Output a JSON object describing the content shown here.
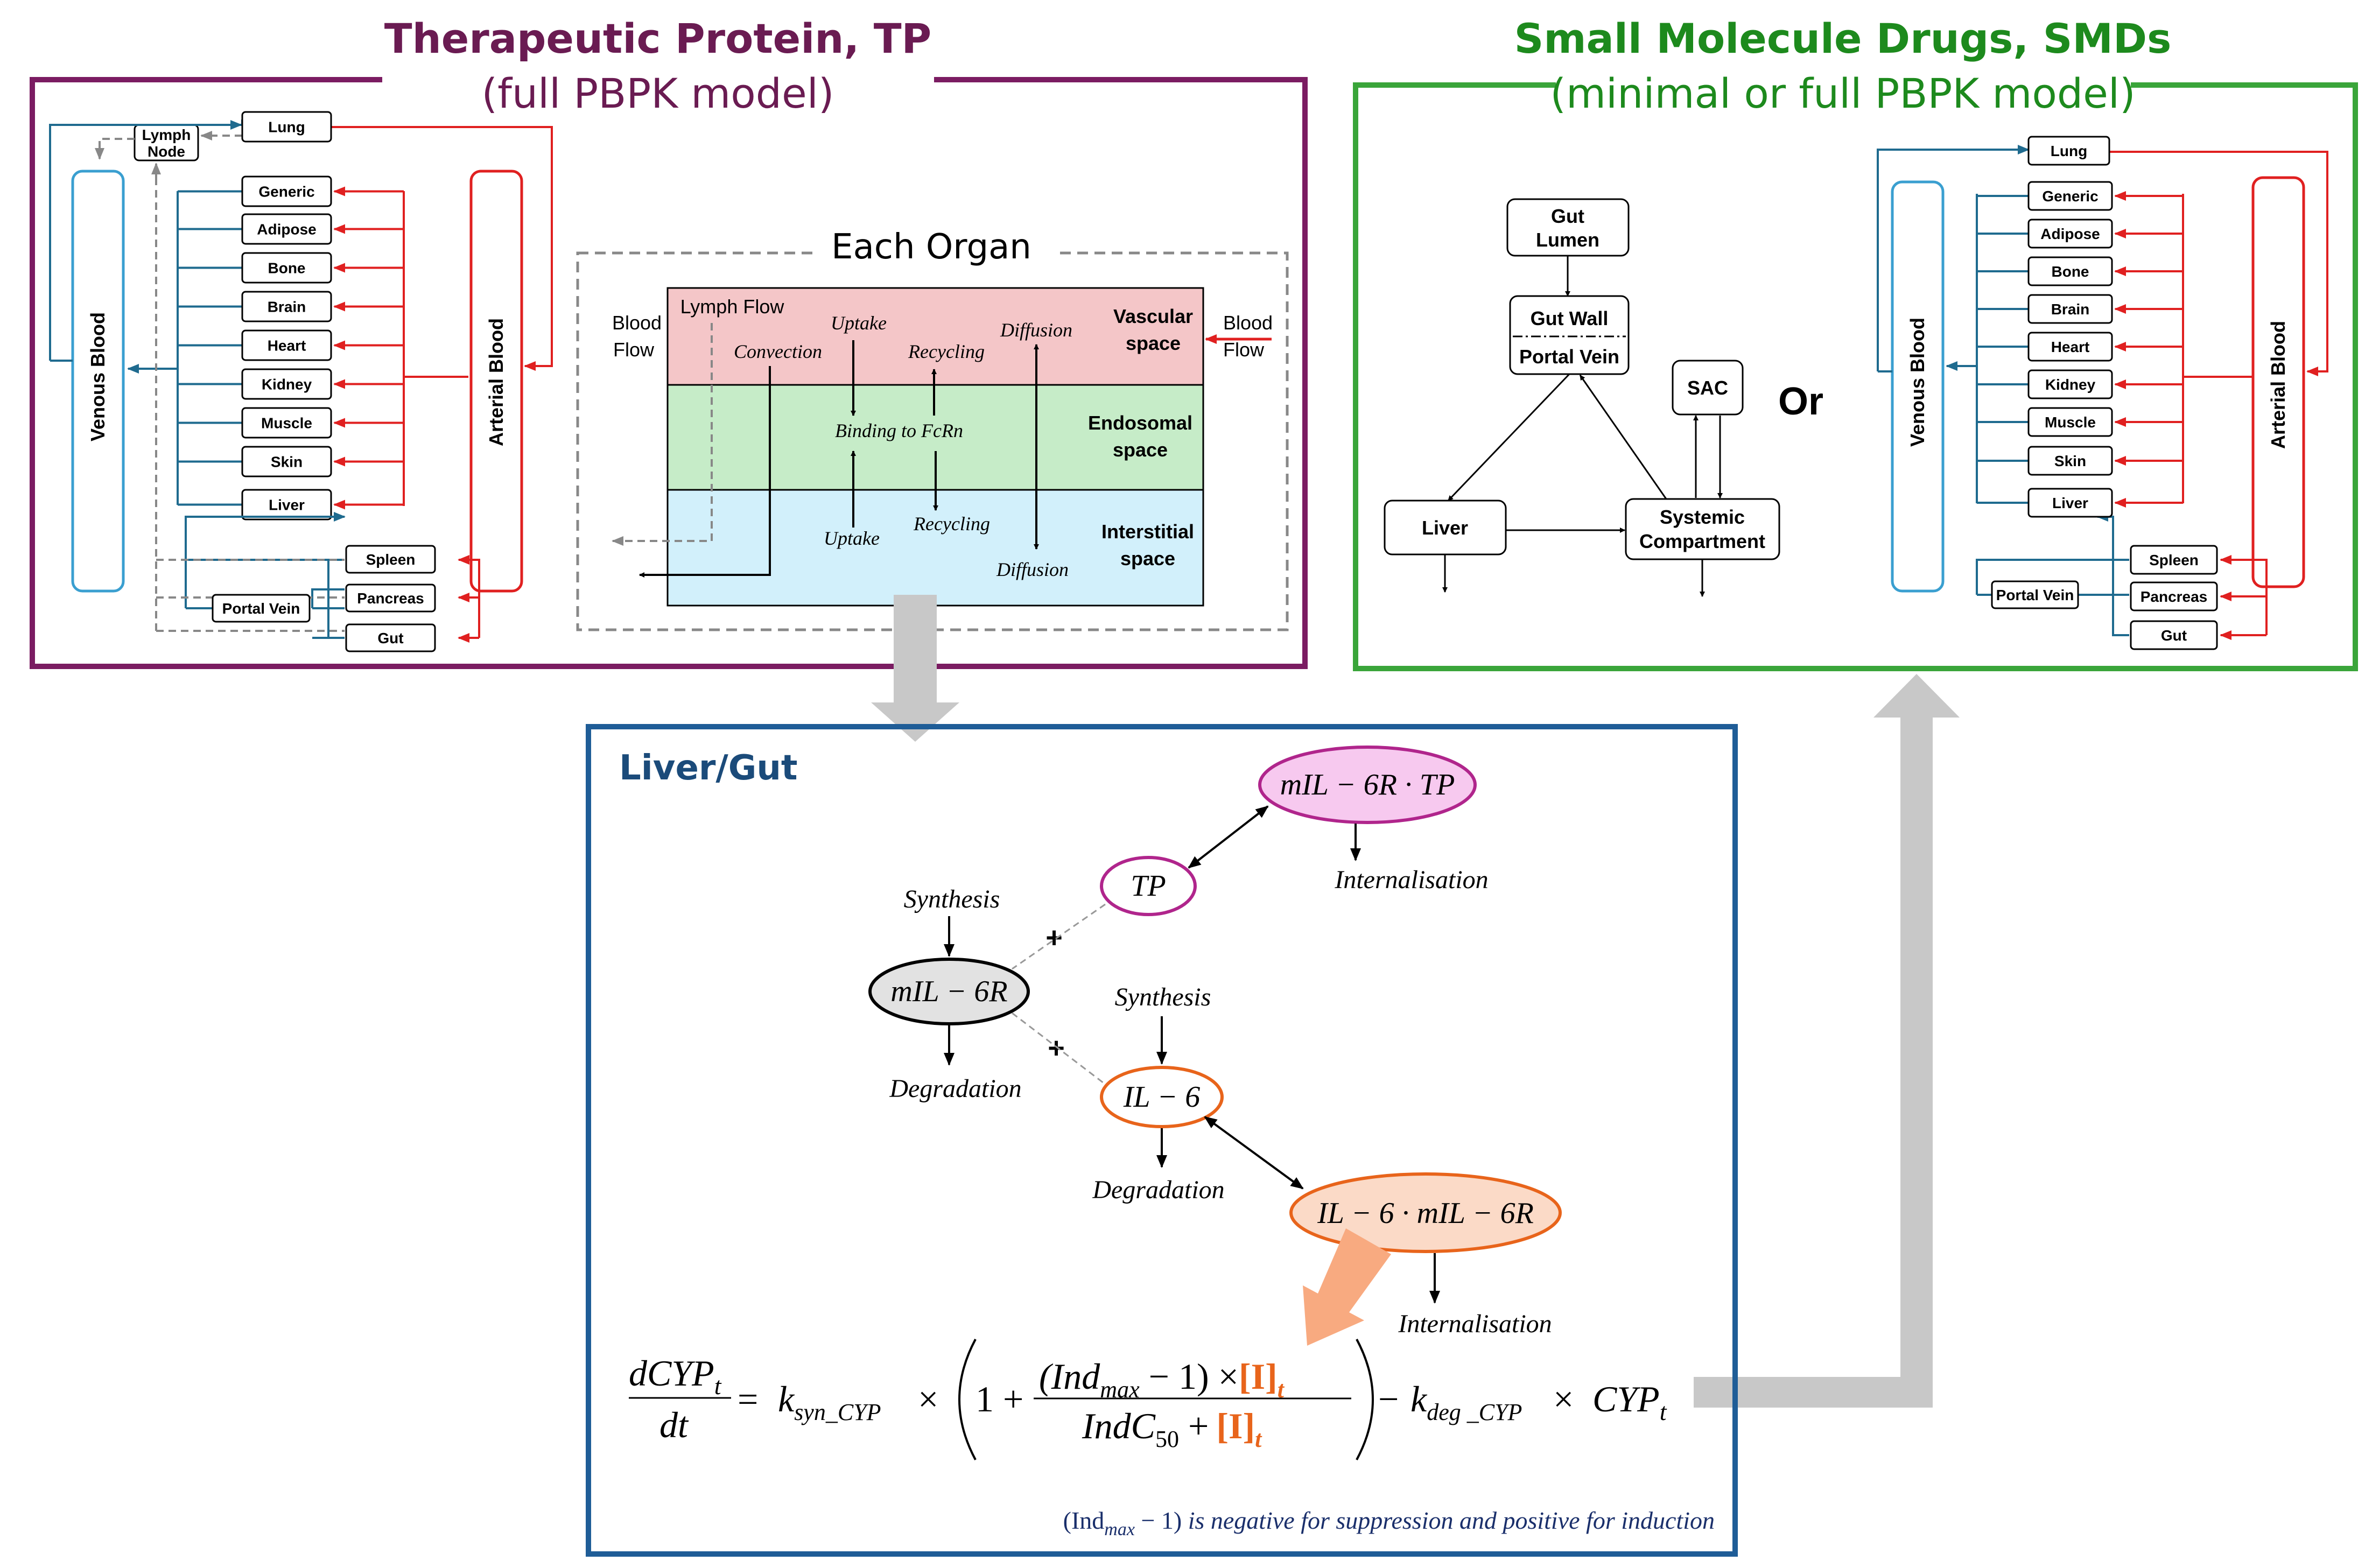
{
  "colors": {
    "tp_frame": "#7b1c62",
    "smd_frame": "#3aa53a",
    "liver_frame": "#1f5d97",
    "venous": "#1f6b8f",
    "arterial": "#e02020",
    "vascular": "#f4c6c8",
    "endosomal": "#c6ecc8",
    "interstitial": "#d2f0fb",
    "tp_ellipse": "#f7c9ef",
    "il6_ellipse": "#fbdac7",
    "mil_ellipse": "#e2e2e2",
    "highlight": "#e8641b"
  },
  "tp_panel": {
    "title": "Therapeutic Protein, TP",
    "subtitle": "(full PBPK model)",
    "venous_label": "Venous Blood",
    "arterial_label": "Arterial Blood",
    "lymph_node": [
      "Lymph",
      "Node"
    ],
    "organs": [
      "Lung",
      "Generic",
      "Adipose",
      "Bone",
      "Brain",
      "Heart",
      "Kidney",
      "Muscle",
      "Skin",
      "Liver",
      "Spleen",
      "Pancreas",
      "Gut"
    ],
    "portal_vein": "Portal Vein"
  },
  "organ_panel": {
    "title": "Each Organ",
    "blood_flow_in": [
      "Blood",
      "Flow"
    ],
    "blood_flow_out": [
      "Blood",
      "Flow"
    ],
    "lymph_flow": "Lymph Flow",
    "layers": [
      {
        "label": [
          "Vascular",
          "space"
        ]
      },
      {
        "label": [
          "Endosomal",
          "space"
        ]
      },
      {
        "label": [
          "Interstitial",
          "space"
        ]
      }
    ],
    "processes": {
      "uptake_top": "Uptake",
      "convection": "Convection",
      "recycling_top": "Recycling",
      "diffusion_top": "Diffusion",
      "binding": "Binding to FcRn",
      "uptake_bottom": "Uptake",
      "recycling_bottom": "Recycling",
      "diffusion_bottom": "Diffusion"
    }
  },
  "smd_panel": {
    "title": "Small Molecule Drugs, SMDs",
    "subtitle": "(minimal or full PBPK model)",
    "or_label": "Or",
    "gut_lumen": [
      "Gut",
      "Lumen"
    ],
    "gut_wall": "Gut Wall",
    "portal_vein": "Portal Vein",
    "sac": "SAC",
    "liver": "Liver",
    "systemic": [
      "Systemic",
      "Compartment"
    ],
    "venous_label": "Venous Blood",
    "arterial_label": "Arterial Blood",
    "organs": [
      "Lung",
      "Generic",
      "Adipose",
      "Bone",
      "Brain",
      "Heart",
      "Kidney",
      "Muscle",
      "Skin",
      "Liver",
      "Spleen",
      "Pancreas",
      "Gut"
    ],
    "portal_vein_full": "Portal Vein"
  },
  "liver_panel": {
    "title": "Liver/Gut",
    "complex_tp": "mIL − 6R · TP",
    "tp": "TP",
    "mil6r": "mIL − 6R",
    "il6": "IL − 6",
    "complex_il6": "IL − 6 · mIL − 6R",
    "synthesis_1": "Synthesis",
    "synthesis_2": "Synthesis",
    "degradation_1": "Degradation",
    "degradation_2": "Degradation",
    "internalisation_1": "Internalisation",
    "internalisation_2": "Internalisation",
    "plus": "+",
    "note_a": "(Ind",
    "note_sub": "max",
    "note_b": " − 1)",
    "note_c": " is negative for suppression and positive for induction"
  },
  "equation": {
    "lhs_num": "dCYP",
    "lhs_num_sub": "t",
    "lhs_den": "dt",
    "eq": "=",
    "k_syn": "k",
    "k_syn_sub": "syn_CYP",
    "times": "×",
    "one_plus": "1 +",
    "frac_num_a": "(Ind",
    "frac_num_sub": "max",
    "frac_num_b": " − 1) ×",
    "inhib": "[I]",
    "inhib_sub": "t",
    "frac_den_a": "IndC",
    "frac_den_sub": "50",
    "frac_den_b": " +",
    "minus": "−",
    "k_deg": "k",
    "k_deg_sub": "deg _CYP",
    "times2": "×",
    "cyp": "CYP",
    "cyp_sub": "t"
  }
}
